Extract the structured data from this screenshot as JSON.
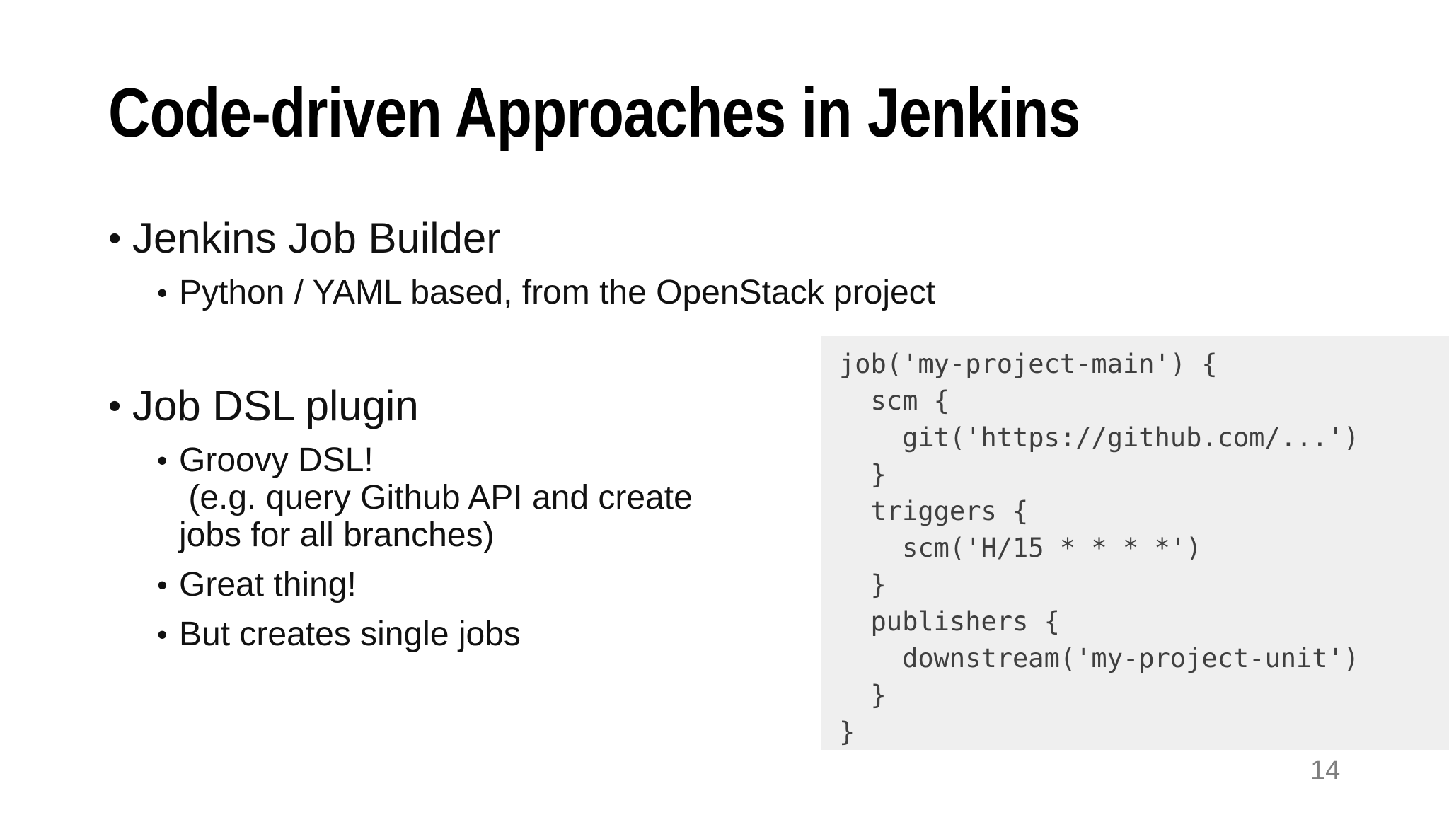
{
  "slide": {
    "title": "Code-driven Approaches in Jenkins",
    "page_number": "14",
    "bullets": [
      {
        "text": "Jenkins Job Builder",
        "children": [
          "Python / YAML based, from the OpenStack project"
        ]
      },
      {
        "text": "Job DSL plugin",
        "children": [
          "Groovy DSL!\n (e.g. query Github API and create\njobs for all branches)",
          "Great thing!",
          "But creates single jobs"
        ]
      }
    ],
    "bullet_marker": "•",
    "code": {
      "lines": [
        "job('my-project-main') {",
        "  scm {",
        "    git('https://github.com/...')",
        "  }",
        "  triggers {",
        "    scm('H/15 * * * *')",
        "  }",
        "  publishers {",
        "    downstream('my-project-unit')",
        "  }",
        "}"
      ]
    },
    "colors": {
      "text": "#111111",
      "code_bg": "#efefef",
      "code_text": "#3f3f3f",
      "page_number": "#7f7f7f"
    }
  }
}
